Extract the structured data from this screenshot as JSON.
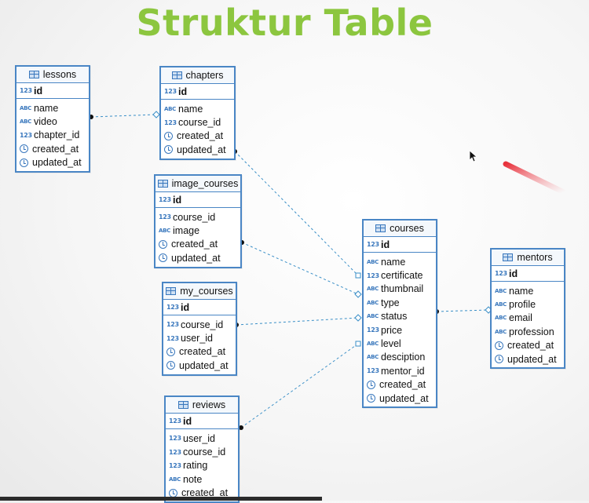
{
  "title": "Struktur Table",
  "tables": {
    "lessons": {
      "name": "lessons",
      "pk": "id",
      "columns": [
        [
          "ABC",
          "name"
        ],
        [
          "ABC",
          "video"
        ],
        [
          "123",
          "chapter_id"
        ],
        [
          "clock",
          "created_at"
        ],
        [
          "clock",
          "updated_at"
        ]
      ]
    },
    "chapters": {
      "name": "chapters",
      "pk": "id",
      "columns": [
        [
          "ABC",
          "name"
        ],
        [
          "123",
          "course_id"
        ],
        [
          "clock",
          "created_at"
        ],
        [
          "clock",
          "updated_at"
        ]
      ]
    },
    "image_courses": {
      "name": "image_courses",
      "pk": "id",
      "columns": [
        [
          "123",
          "course_id"
        ],
        [
          "ABC",
          "image"
        ],
        [
          "clock",
          "created_at"
        ],
        [
          "clock",
          "updated_at"
        ]
      ]
    },
    "my_courses": {
      "name": "my_courses",
      "pk": "id",
      "columns": [
        [
          "123",
          "course_id"
        ],
        [
          "123",
          "user_id"
        ],
        [
          "clock",
          "created_at"
        ],
        [
          "clock",
          "updated_at"
        ]
      ]
    },
    "reviews": {
      "name": "reviews",
      "pk": "id",
      "columns": [
        [
          "123",
          "user_id"
        ],
        [
          "123",
          "course_id"
        ],
        [
          "123",
          "rating"
        ],
        [
          "ABC",
          "note"
        ],
        [
          "clock",
          "created_at"
        ]
      ]
    },
    "courses": {
      "name": "courses",
      "pk": "id",
      "columns": [
        [
          "ABC",
          "name"
        ],
        [
          "123",
          "certificate"
        ],
        [
          "ABC",
          "thumbnail"
        ],
        [
          "ABC",
          "type"
        ],
        [
          "ABC",
          "status"
        ],
        [
          "123",
          "price"
        ],
        [
          "ABC",
          "level"
        ],
        [
          "ABC",
          "desciption"
        ],
        [
          "123",
          "mentor_id"
        ],
        [
          "clock",
          "created_at"
        ],
        [
          "clock",
          "updated_at"
        ]
      ]
    },
    "mentors": {
      "name": "mentors",
      "pk": "id",
      "columns": [
        [
          "ABC",
          "name"
        ],
        [
          "ABC",
          "profile"
        ],
        [
          "ABC",
          "email"
        ],
        [
          "ABC",
          "profession"
        ],
        [
          "clock",
          "created_at"
        ],
        [
          "clock",
          "updated_at"
        ]
      ]
    }
  },
  "colors": {
    "title": "#8cc63f",
    "border": "#4a86c5",
    "link": "#3a8fc7",
    "laser": "#e8323c"
  }
}
